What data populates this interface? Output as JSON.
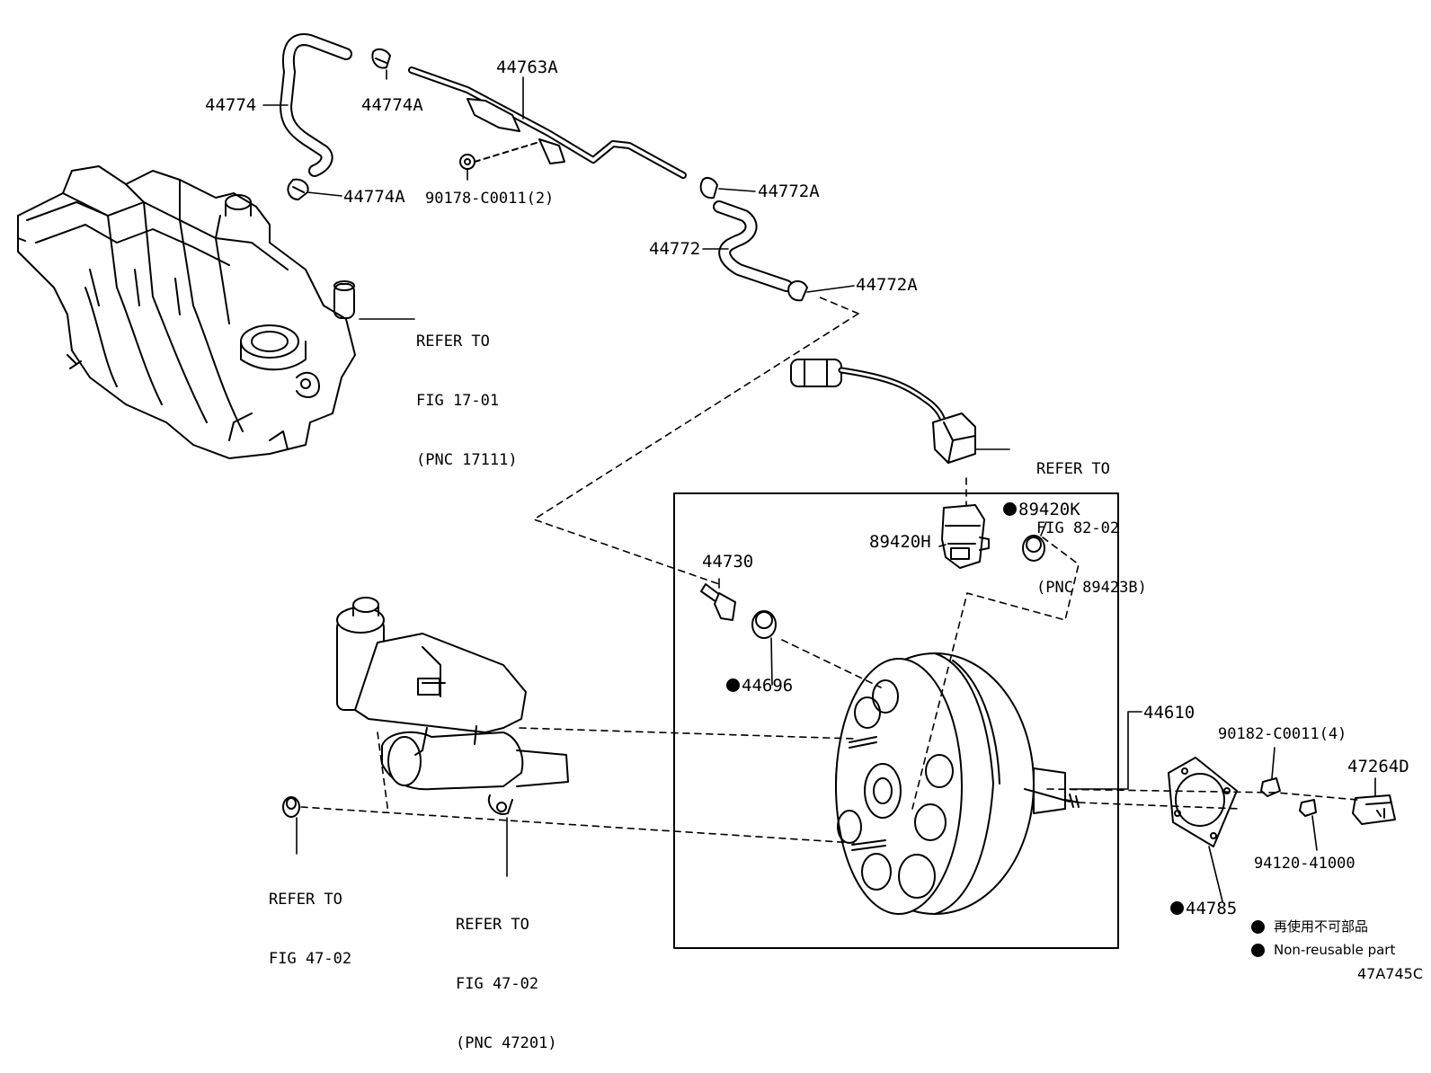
{
  "parts": {
    "p44774": "44774",
    "p44774A_top": "44774A",
    "p44774A_mid": "44774A",
    "p44763A": "44763A",
    "p90178": "90178-C0011(2)",
    "p44772A_top": "44772A",
    "p44772": "44772",
    "p44772A_bot": "44772A",
    "p89420K": "89420K",
    "p89420H": "89420H",
    "p44730": "44730",
    "p44696": "44696",
    "p44610": "44610",
    "p90182": "90182-C0011(4)",
    "p47264D": "47264D",
    "p94120": "94120-41000",
    "p44785": "44785"
  },
  "references": {
    "fig17": [
      "REFER TO",
      "FIG 17-01",
      "(PNC 17111)"
    ],
    "fig82": [
      "REFER TO",
      "FIG 82-02",
      "(PNC 89423B)"
    ],
    "fig47a": [
      "REFER TO",
      "FIG 47-02"
    ],
    "fig47b": [
      "REFER TO",
      "FIG 47-02",
      "(PNC 47201)"
    ]
  },
  "legend": {
    "jp": "再使用不可部品",
    "en": "Non-reusable part"
  },
  "figure_code": "47A745C"
}
